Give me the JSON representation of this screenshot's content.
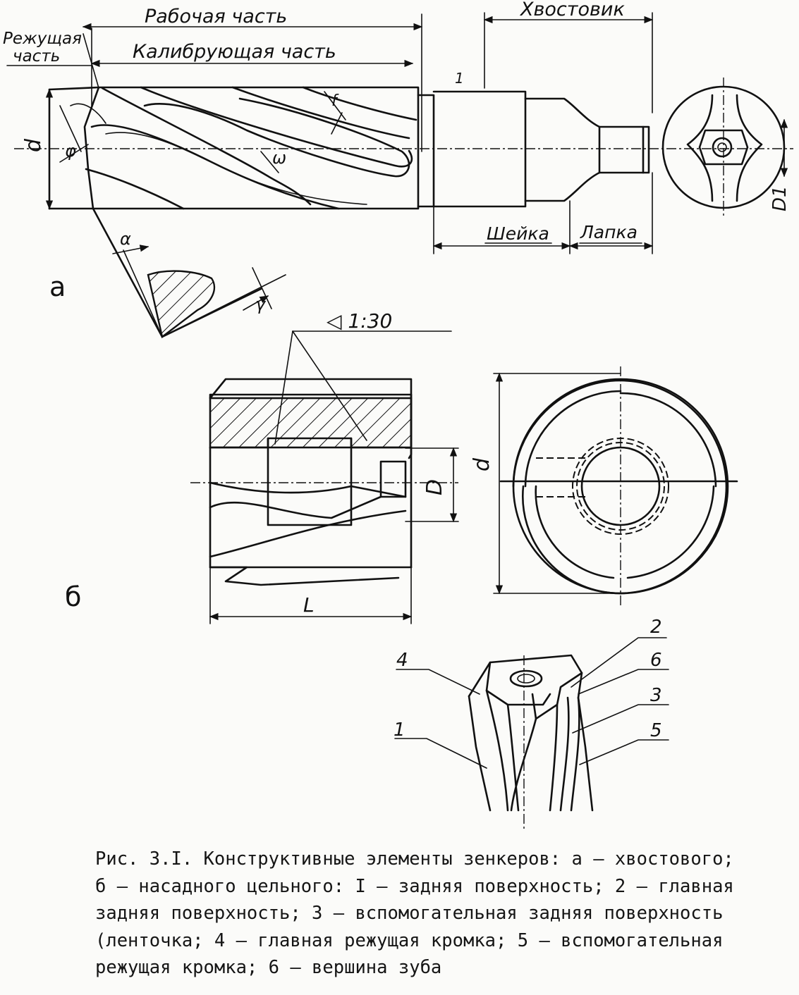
{
  "labels_a": {
    "working_part": "Рабочая часть",
    "shank": "Хвостовик",
    "cutting_part_line1": "Режущая",
    "cutting_part_line2": "часть",
    "calibrating_part": "Калибрующая часть",
    "neck": "Шейка",
    "tang": "Лапка",
    "d": "d",
    "D1": "D1",
    "phi": "φ",
    "omega": "ω",
    "fillet_width": "f",
    "alpha": "α",
    "gamma": "γ",
    "mark_1": "1",
    "view_letter": "а"
  },
  "labels_b": {
    "taper": "◁ 1:30",
    "D": "D",
    "d": "d",
    "L": "L",
    "view_letter": "б"
  },
  "labels_parts": {
    "n1": "1",
    "n2": "2",
    "n3": "3",
    "n4": "4",
    "n5": "5",
    "n6": "6"
  },
  "caption": {
    "line1": "Рис. 3.I. Конструктивные элементы зенкеров: а – хвостового;",
    "line2": "б – насадного цельного: I – задняя поверхность; 2 – главная",
    "line3": "задняя поверхность; 3 – вспомогательная задняя поверхность",
    "line4": "(ленточка; 4 – главная режущая кромка; 5 – вспомогательная",
    "line5": "режущая кромка; 6 – вершина зуба"
  }
}
